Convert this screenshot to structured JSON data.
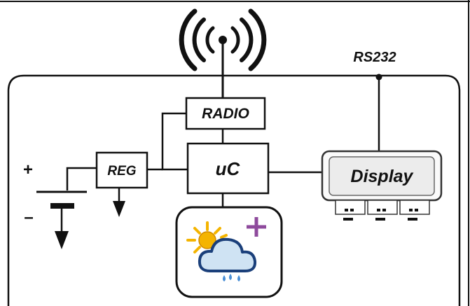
{
  "labels": {
    "rs232": "RS232",
    "radio": "RADIO",
    "uc": "uC",
    "reg": "REG",
    "display": "Display",
    "plus": "+",
    "minus": "–"
  },
  "icons": {
    "antenna": "antenna-icon",
    "weather": "sun-cloud-rain-icon",
    "add": "plus-icon"
  },
  "colors": {
    "line": "#111111",
    "display_fill": "#ececec",
    "sun": "#f4b400",
    "cloud_fill": "#cfe3f3",
    "cloud_outline": "#1a3f7a",
    "plus_icon": "#8e4a9c"
  }
}
